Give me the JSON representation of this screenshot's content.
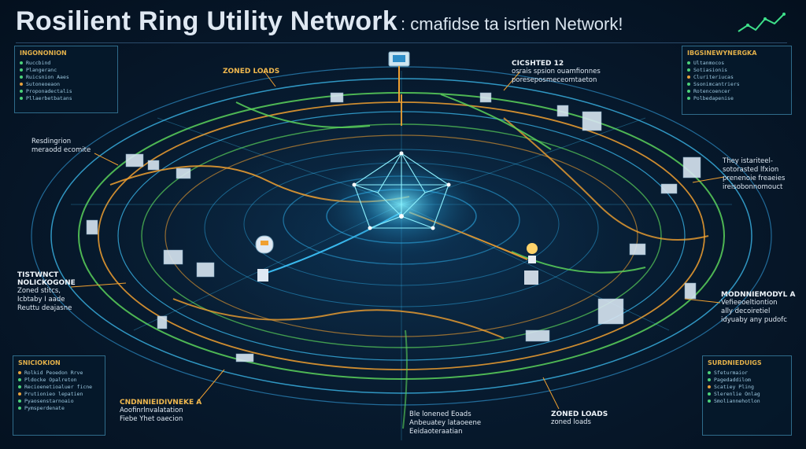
{
  "title": {
    "main": "Rosilient Ring Utility Network",
    "sub": ": cmafidse ta isrtien Network!"
  },
  "icons": {
    "sparkline": "sparkline-icon",
    "meter": "meter-icon",
    "bulb": "lightbulb-icon",
    "hub": "network-sphere-icon"
  },
  "colors": {
    "accent_orange": "#f0a030",
    "accent_green": "#5ad25a",
    "accent_cyan": "#3ec8ff",
    "title": "#dfe8f2"
  },
  "panels": {
    "top_left": {
      "header": "INGONONION",
      "rows": [
        "Ruccbind",
        "Plangeranc",
        "Ruicsnion Aaes",
        "Sutoneoeaon",
        "Proponadectalis",
        "Pllaerbetbatans"
      ]
    },
    "top_right": {
      "header": "IBGSINEWYNERGKA",
      "rows": [
        "Ultanmocos",
        "Sotiasionis",
        "Cluriteriucas",
        "Ssonimcantriers",
        "Rotencoencer",
        "Polbedapenise"
      ]
    },
    "bottom_left": {
      "header": "SNICIOKION",
      "rows": [
        "Rolkid Peoedon Rrve",
        "Pldocke Opalreton",
        "Recioenetioaluer ficne",
        "Prutionieo lepatien",
        "Pyaosenstarnoaio",
        "Pymsperdenate"
      ]
    },
    "bottom_right": {
      "header": "SURDNIEDUIGS",
      "rows": [
        "Sfeturmaior",
        "Pagedaddilom",
        "Scatiey Pling",
        "Slerenlie Onlag",
        "Smoliannehotlon"
      ]
    }
  },
  "callouts": {
    "zoned_top": {
      "head": "ZONED LOADS"
    },
    "cisshted": {
      "head": "CICSHTED 12",
      "lines": [
        "osrais spsion ouamfionnes",
        "poreseposmeceomtaeton"
      ]
    },
    "left_mid": {
      "head": "Resdingrion",
      "lines": [
        "meraodd ecomite"
      ]
    },
    "right_mid": {
      "head": "They istariteel-",
      "lines": [
        "sotorasted lfxion",
        "prenenoie freaeies",
        "ireisobonnomouct"
      ]
    },
    "left_low": {
      "head": "TISTWNCT",
      "head2": "NOLICKOGONE",
      "lines": [
        "Zoned stitcs,",
        "Icbtaby I aade",
        "Reuttu deajasne"
      ]
    },
    "right_low": {
      "head": "MODNNIEMODYL A",
      "lines": [
        "Vefieeoeltiontion",
        "ally decoiretiel",
        "idyuaby any pudofc"
      ]
    },
    "bottom_left": {
      "head": "CNDNNIEIDIVNEKE A",
      "lines": [
        "Aoofinrlnvalatation",
        "Fiebe Yhet oaecion"
      ]
    },
    "bottom_center": {
      "lines": [
        "Ble lonened Eoads",
        "Anbeuatey lataoeene",
        "Eeidaoteraatian"
      ]
    },
    "bottom_right": {
      "head": "ZONED LOADS",
      "lines": [
        "zoned loads"
      ]
    }
  }
}
